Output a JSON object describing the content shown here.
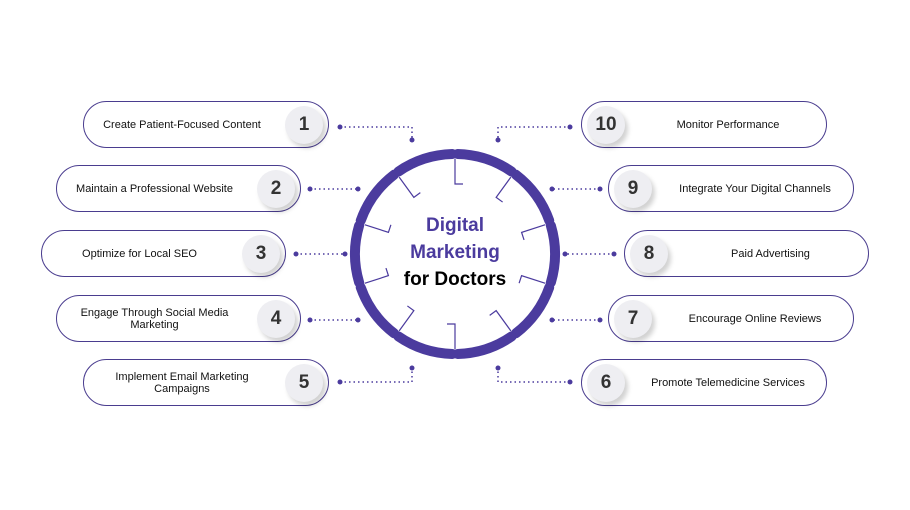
{
  "title": {
    "line1": "Digital",
    "line2": "Marketing",
    "line3": "for Doctors"
  },
  "colors": {
    "accent": "#4b3b9e",
    "border": "#4a3d8f"
  },
  "steps": [
    {
      "num": "1",
      "label": "Create Patient-Focused Content"
    },
    {
      "num": "2",
      "label": "Maintain a Professional Website"
    },
    {
      "num": "3",
      "label": "Optimize for Local SEO"
    },
    {
      "num": "4",
      "label": "Engage Through Social Media Marketing"
    },
    {
      "num": "5",
      "label": "Implement Email Marketing Campaigns"
    },
    {
      "num": "6",
      "label": "Promote Telemedicine Services"
    },
    {
      "num": "7",
      "label": "Encourage Online Reviews"
    },
    {
      "num": "8",
      "label": "Paid Advertising"
    },
    {
      "num": "9",
      "label": "Integrate Your Digital Channels"
    },
    {
      "num": "10",
      "label": "Monitor Performance"
    }
  ]
}
